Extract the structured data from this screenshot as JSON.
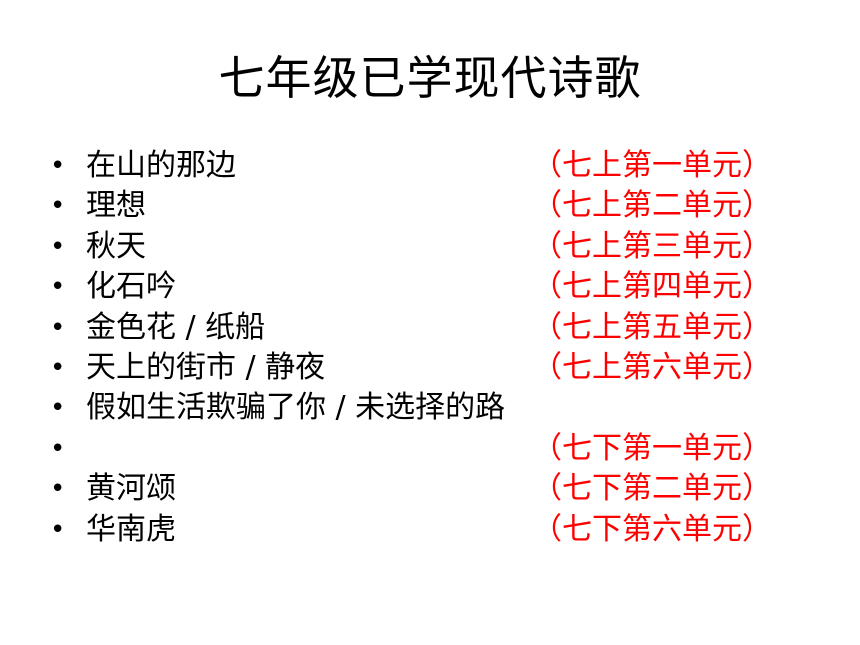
{
  "slide": {
    "title": "七年级已学现代诗歌",
    "bullet_glyph": "•",
    "colors": {
      "text": "#000000",
      "unit": "#ff0000",
      "background": "#ffffff"
    },
    "items": [
      {
        "poem": "在山的那边",
        "unit": "（七上第一单元）"
      },
      {
        "poem": "理想",
        "unit": "（七上第二单元）"
      },
      {
        "poem": "秋天",
        "unit": "（七上第三单元）"
      },
      {
        "poem": "化石吟",
        "unit": "（七上第四单元）"
      },
      {
        "poem": "金色花 / 纸船",
        "unit": "（七上第五单元）"
      },
      {
        "poem": "天上的街市 / 静夜",
        "unit": "（七上第六单元）"
      },
      {
        "poem": "假如生活欺骗了你 / 未选择的路",
        "unit": ""
      },
      {
        "poem": "",
        "unit": "（七下第一单元）"
      },
      {
        "poem": "黄河颂",
        "unit": "（七下第二单元）"
      },
      {
        "poem": "华南虎",
        "unit": "（七下第六单元）"
      }
    ]
  }
}
